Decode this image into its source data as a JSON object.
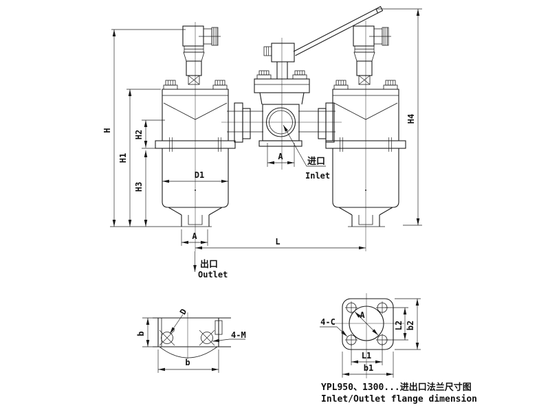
{
  "colors": {
    "background": "#ffffff",
    "line": "#1a1a1a"
  },
  "main_view": {
    "dimensions": {
      "H": "H",
      "H1": "H1",
      "H2": "H2",
      "H3": "H3",
      "H4": "H4",
      "D1": "D1",
      "A_valve": "A",
      "A_outlet": "A",
      "L": "L"
    },
    "inlet": {
      "cn": "进口",
      "en": "Inlet"
    },
    "outlet": {
      "cn": "出口",
      "en": "Outlet"
    }
  },
  "base_view": {
    "dimensions": {
      "b_side": "b",
      "b_bottom": "b",
      "D": "D"
    },
    "holes": "4-M"
  },
  "flange_view": {
    "dimensions": {
      "A": "A",
      "L1": "L1",
      "L2": "L2",
      "b1": "b1",
      "b2": "b2"
    },
    "holes": "4-C",
    "caption_cn": "YPL950、1300...进出口法兰尺寸图",
    "caption_en": "Inlet/Outlet flange dimension"
  }
}
